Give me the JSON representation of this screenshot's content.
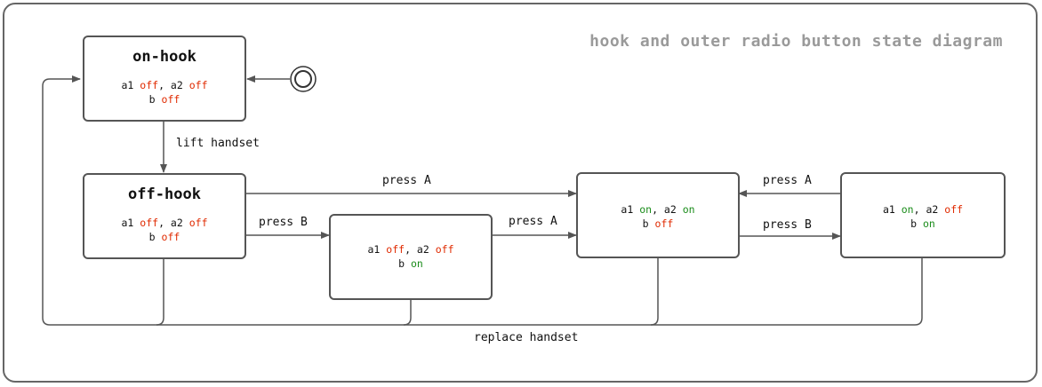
{
  "title": "hook and outer radio button state diagram",
  "colors": {
    "on": "#1a8c1a",
    "off": "#e02a00",
    "stroke": "#555555",
    "title": "#9a9a9a"
  },
  "states": {
    "on_hook": {
      "name": "on-hook",
      "a1": "a1",
      "a1_val": "off",
      "a2": "a2",
      "a2_val": "off",
      "b": "b",
      "b_val": "off"
    },
    "off_hook": {
      "name": "off-hook",
      "a1": "a1",
      "a1_val": "off",
      "a2": "a2",
      "a2_val": "off",
      "b": "b",
      "b_val": "off"
    },
    "b_on": {
      "a1": "a1",
      "a1_val": "off",
      "a2": "a2",
      "a2_val": "off",
      "b": "b",
      "b_val": "on"
    },
    "a_on": {
      "a1": "a1",
      "a1_val": "on",
      "a2": "a2",
      "a2_val": "on",
      "b": "b",
      "b_val": "off"
    },
    "a1_b_on": {
      "a1": "a1",
      "a1_val": "on",
      "a2": "a2",
      "a2_val": "off",
      "b": "b",
      "b_val": "on"
    }
  },
  "transitions": {
    "lift_handset": "lift handset",
    "press_a_top": "press A",
    "press_b_left": "press B",
    "press_a_mid": "press A",
    "press_a_right": "press A",
    "press_b_right": "press B",
    "replace_handset": "replace handset"
  }
}
